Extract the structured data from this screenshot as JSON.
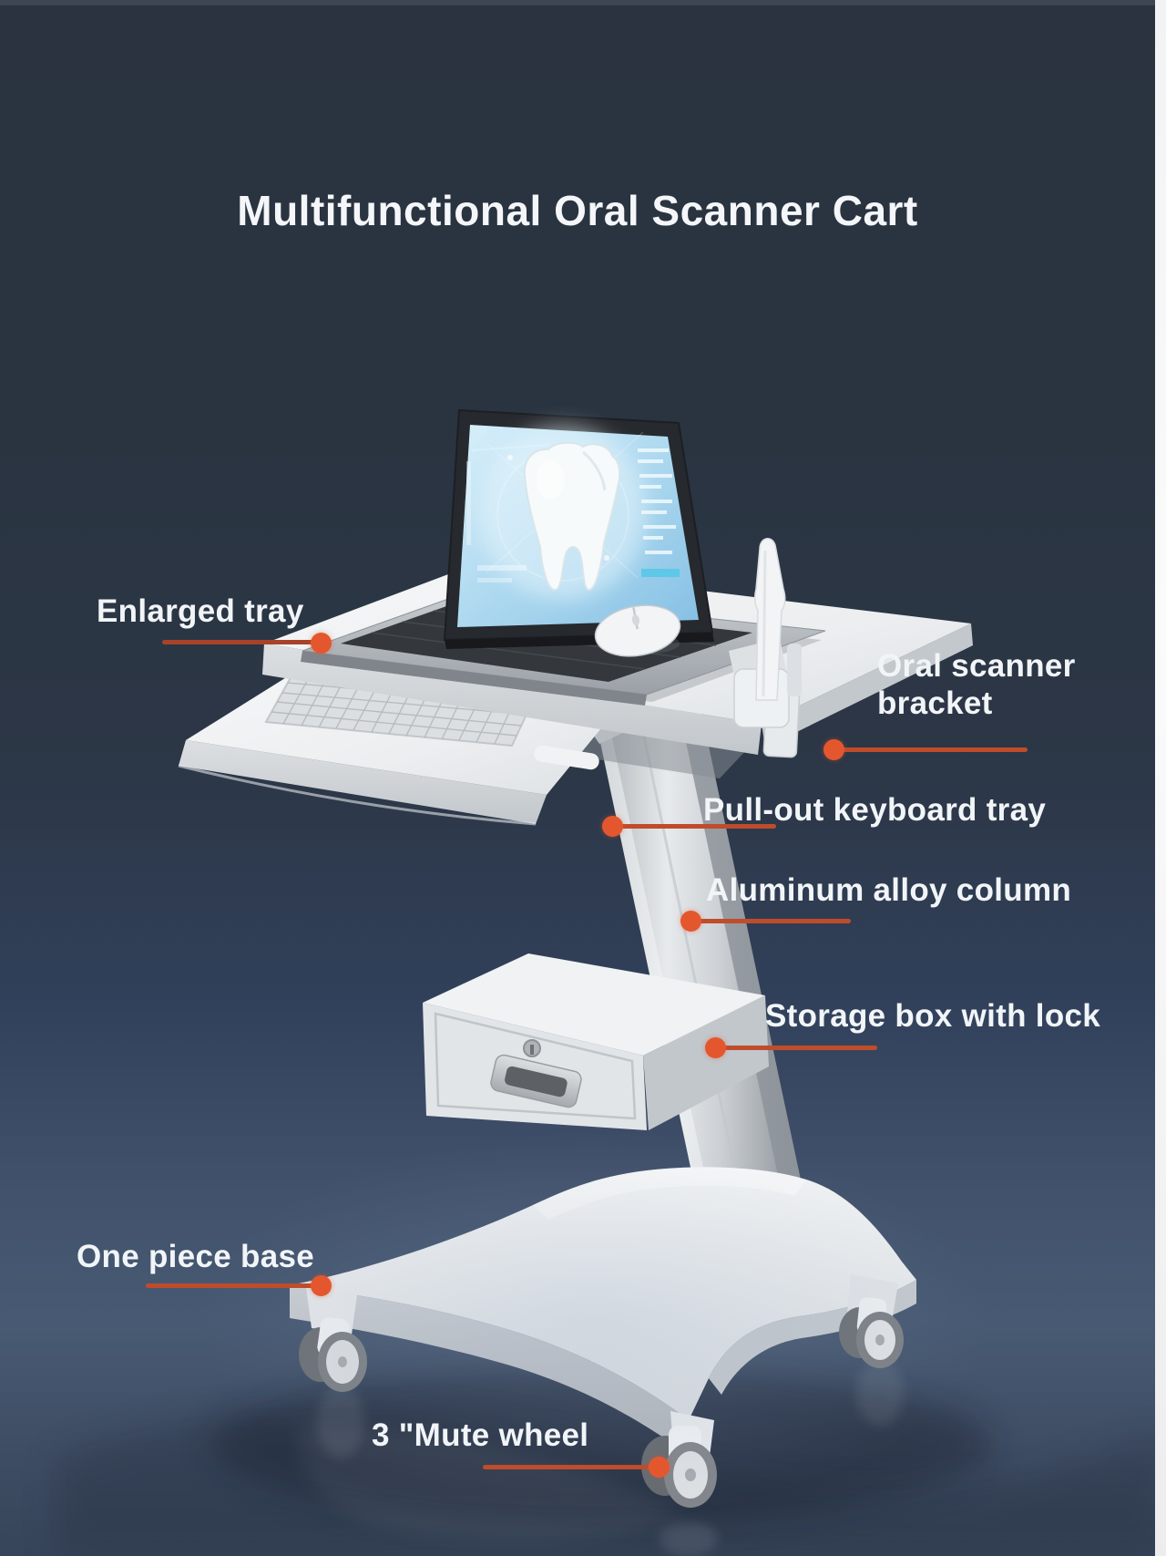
{
  "title": "Multifunctional Oral Scanner Cart",
  "callouts": [
    {
      "id": "enlarged-tray",
      "label": "Enlarged tray"
    },
    {
      "id": "oral-scanner-bracket",
      "label": "Oral scanner bracket"
    },
    {
      "id": "pull-out-keyboard-tray",
      "label": "Pull-out keyboard tray"
    },
    {
      "id": "aluminum-alloy-column",
      "label": "Aluminum alloy column"
    },
    {
      "id": "storage-box-with-lock",
      "label": "Storage box with lock"
    },
    {
      "id": "one-piece-base",
      "label": "One piece base"
    },
    {
      "id": "mute-wheel",
      "label": "3 \"Mute wheel"
    }
  ],
  "accents": {
    "leader_line_color": "#bf4c2b",
    "leader_dot_color": "#e4572e",
    "label_text_color": "#f2f5f8",
    "background_top": "#2a333f",
    "background_floor": "#41516b",
    "cart_body_color": "#eef0f2",
    "screen_color": "#9fd0ea"
  }
}
